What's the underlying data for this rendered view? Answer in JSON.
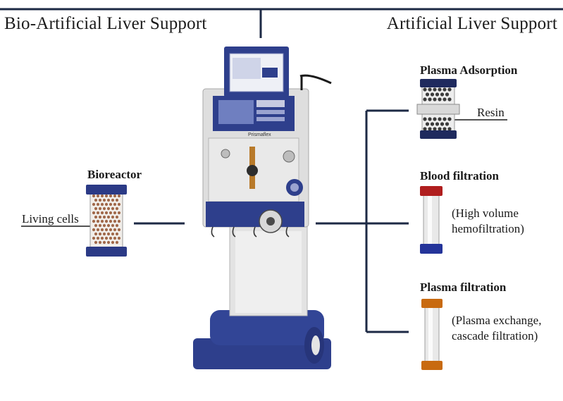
{
  "header": {
    "left_title": "Bio-Artificial Liver Support",
    "right_title": "Artificial Liver Support"
  },
  "bioreactor": {
    "title": "Bioreactor",
    "cells_label": "Living cells"
  },
  "plasma_adsorption": {
    "title": "Plasma Adsorption",
    "resin_label": "Resin"
  },
  "blood_filtration": {
    "title": "Blood filtration",
    "note_line1": "(High volume",
    "note_line2": "hemofiltration)"
  },
  "plasma_filtration": {
    "title": "Plasma filtration",
    "note_line1": "(Plasma exchange,",
    "note_line2": "cascade filtration)"
  },
  "machine": {
    "brand_label": "Prismaflex"
  },
  "colors": {
    "line": "#1d2a45",
    "machine_blue": "#2e3f8c",
    "cap_red": "#b01e1e",
    "cap_blue": "#24349a",
    "cap_orange": "#c86a10",
    "resin_dot": "#3b3b3b",
    "cell_dot": "#a0684a"
  }
}
